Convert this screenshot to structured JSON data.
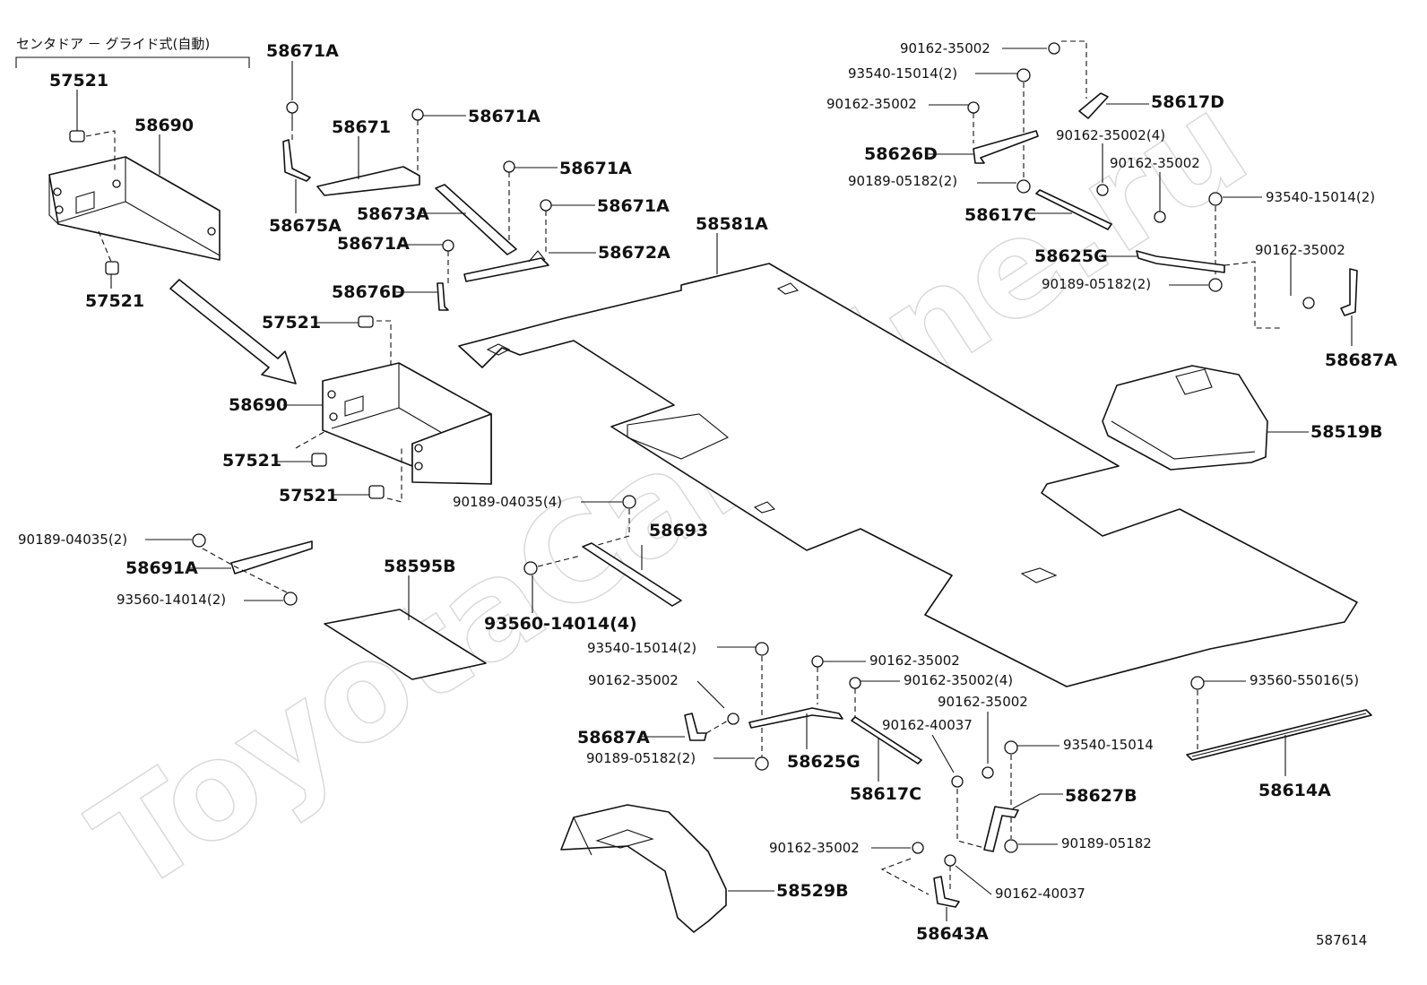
{
  "watermark": "ToyotaCarMine.ru",
  "variant_note": "センタドア － グライド式(自動)",
  "diagram_id": "587614",
  "labels": {
    "p57521_a": "57521",
    "p58690_a": "58690",
    "p57521_b": "57521",
    "p58671A_a": "58671A",
    "p58675A": "58675A",
    "p58671": "58671",
    "p58671A_b": "58671A",
    "p58671A_c": "58671A",
    "p58673A": "58673A",
    "p58671A_d": "58671A",
    "p58671A_e": "58671A",
    "p58672A": "58672A",
    "p58676D": "58676D",
    "p57521_c": "57521",
    "p58690_b": "58690",
    "p57521_d": "57521",
    "p57521_e": "57521",
    "p58581A": "58581A",
    "p90189_04035_4": "90189-04035(4)",
    "p58693": "58693",
    "p90189_04035_2": "90189-04035(2)",
    "p58691A": "58691A",
    "p93560_14014_2": "93560-14014(2)",
    "p58595B": "58595B",
    "p93560_14014_4": "93560-14014(4)",
    "p90162_35002_t1": "90162-35002",
    "p93540_15014_2_t": "93540-15014(2)",
    "p58617D": "58617D",
    "p90162_35002_t2": "90162-35002",
    "p90162_35002_4_t": "90162-35002(4)",
    "p58626D": "58626D",
    "p90162_35002_t3": "90162-35002",
    "p90189_05182_2_t": "90189-05182(2)",
    "p93540_15014_2_r": "93540-15014(2)",
    "p58617C_t": "58617C",
    "p58625G_t": "58625G",
    "p90162_35002_r": "90162-35002",
    "p90189_05182_2_r": "90189-05182(2)",
    "p58687A_r": "58687A",
    "p58519B": "58519B",
    "p93540_15014_2_b": "93540-15014(2)",
    "p90162_35002_b1": "90162-35002",
    "p90162_35002_b2": "90162-35002",
    "p90162_35002_4_b": "90162-35002(4)",
    "p90162_35002_b3": "90162-35002",
    "p58687A_b": "58687A",
    "p90162_40037_a": "90162-40037",
    "p93540_15014": "93540-15014",
    "p90189_05182_2_b": "90189-05182(2)",
    "p58625G_b": "58625G",
    "p58617C_b": "58617C",
    "p58627B": "58627B",
    "p93560_55016_5": "93560-55016(5)",
    "p58614A": "58614A",
    "p90189_05182": "90189-05182",
    "p90162_35002_b4": "90162-35002",
    "p58529B": "58529B",
    "p90162_40037_b": "90162-40037",
    "p58643A": "58643A"
  }
}
